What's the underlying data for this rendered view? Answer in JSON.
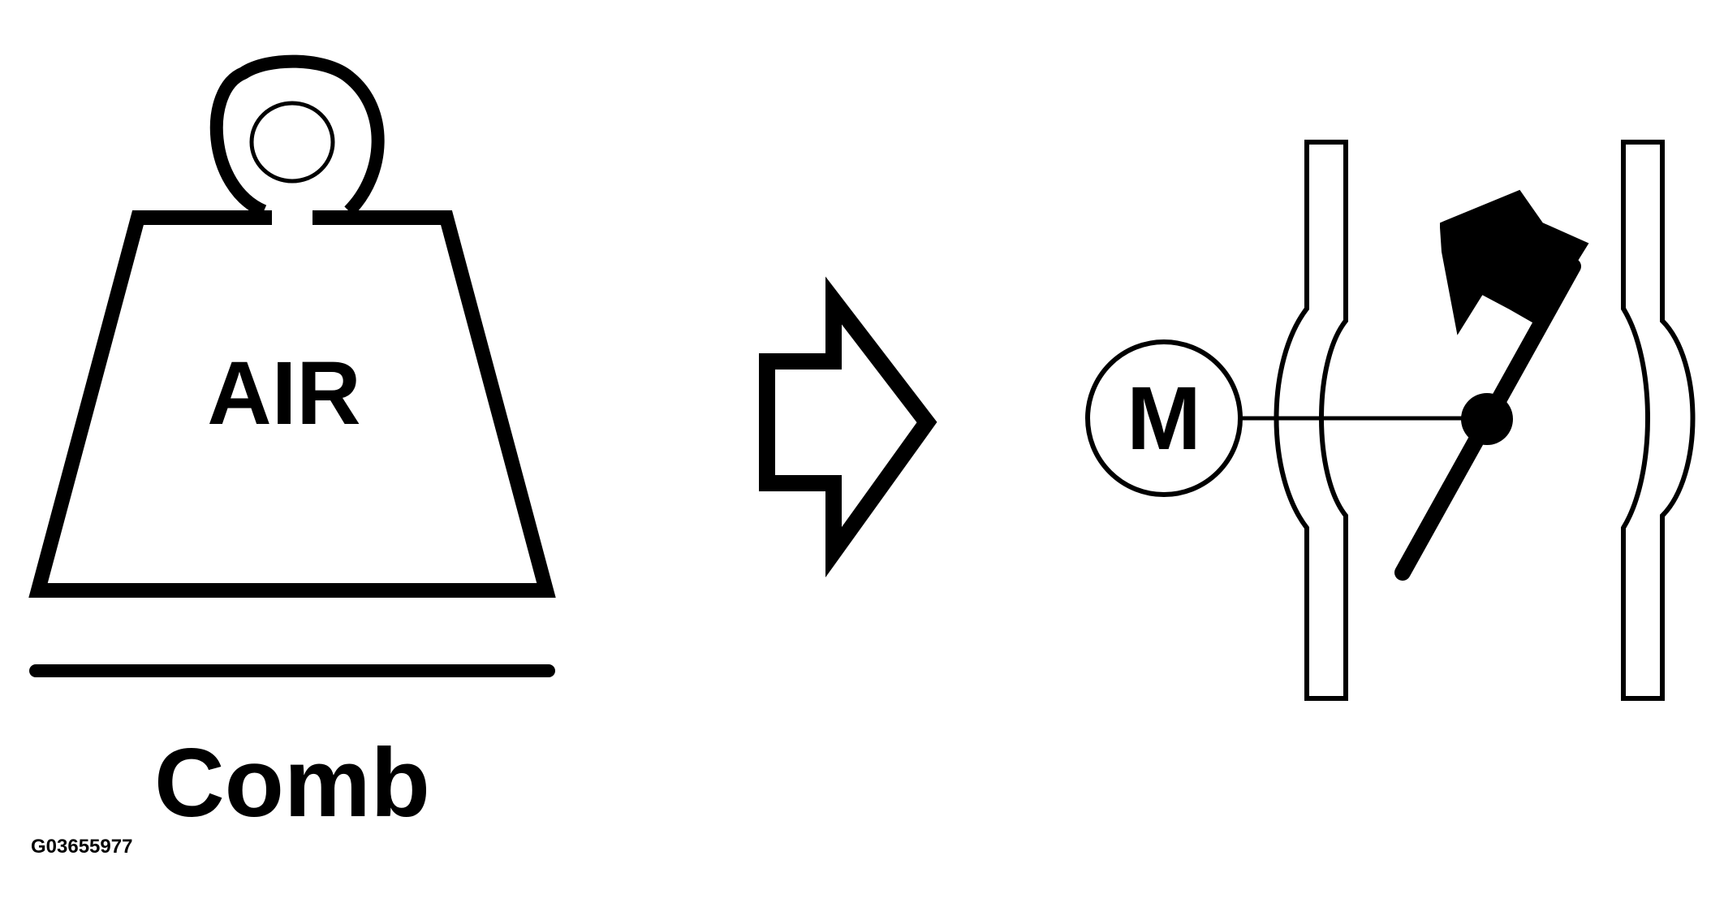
{
  "weight": {
    "label": "AIR",
    "caption": "Comb"
  },
  "motor": {
    "label": "M"
  },
  "figure_id": "G03655977",
  "colors": {
    "stroke": "#000000",
    "background": "#ffffff"
  }
}
